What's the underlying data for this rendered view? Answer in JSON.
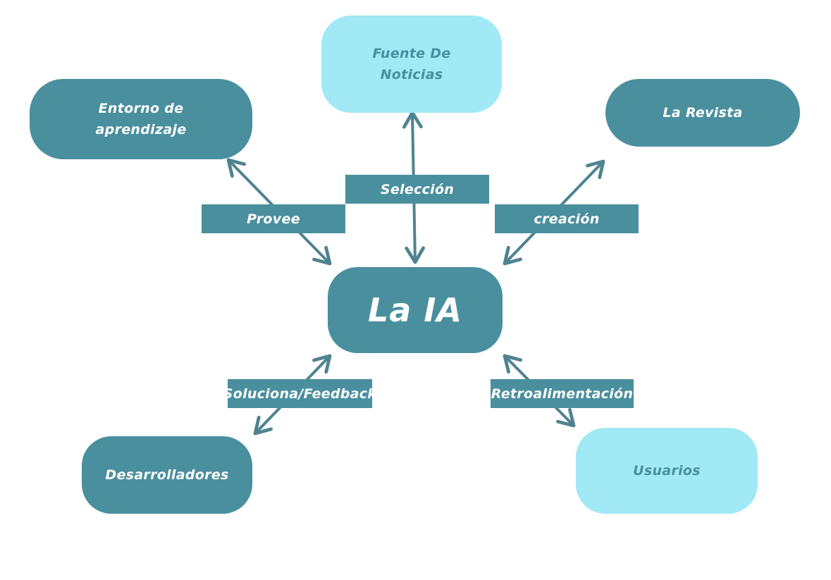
{
  "colors": {
    "dark_node": "#4a8f9e",
    "light_node": "#a0e9f5",
    "arrow": "#4f8390",
    "label_bg": "#4a8f9e",
    "background": "#ffffff"
  },
  "nodes": {
    "center": "La IA",
    "news_feed": "Fuente De\nNoticias",
    "learning_environment": "Entorno de\naprendizaje",
    "magazine": "La Revista",
    "developers": "Desarrolladores",
    "users": "Usuarios"
  },
  "labels": {
    "selection": "Selección",
    "provides": "Provee",
    "creation": "creación",
    "solves_feedback": "Soluciona/Feedback",
    "feedback": "Retroalimentación"
  },
  "edges": [
    {
      "from": "center",
      "to": "news_feed",
      "label": "selection",
      "direction": "both"
    },
    {
      "from": "center",
      "to": "learning_environment",
      "label": "provides",
      "direction": "both"
    },
    {
      "from": "center",
      "to": "magazine",
      "label": "creation",
      "direction": "both"
    },
    {
      "from": "center",
      "to": "developers",
      "label": "solves_feedback",
      "direction": "both"
    },
    {
      "from": "center",
      "to": "users",
      "label": "feedback",
      "direction": "both"
    }
  ]
}
